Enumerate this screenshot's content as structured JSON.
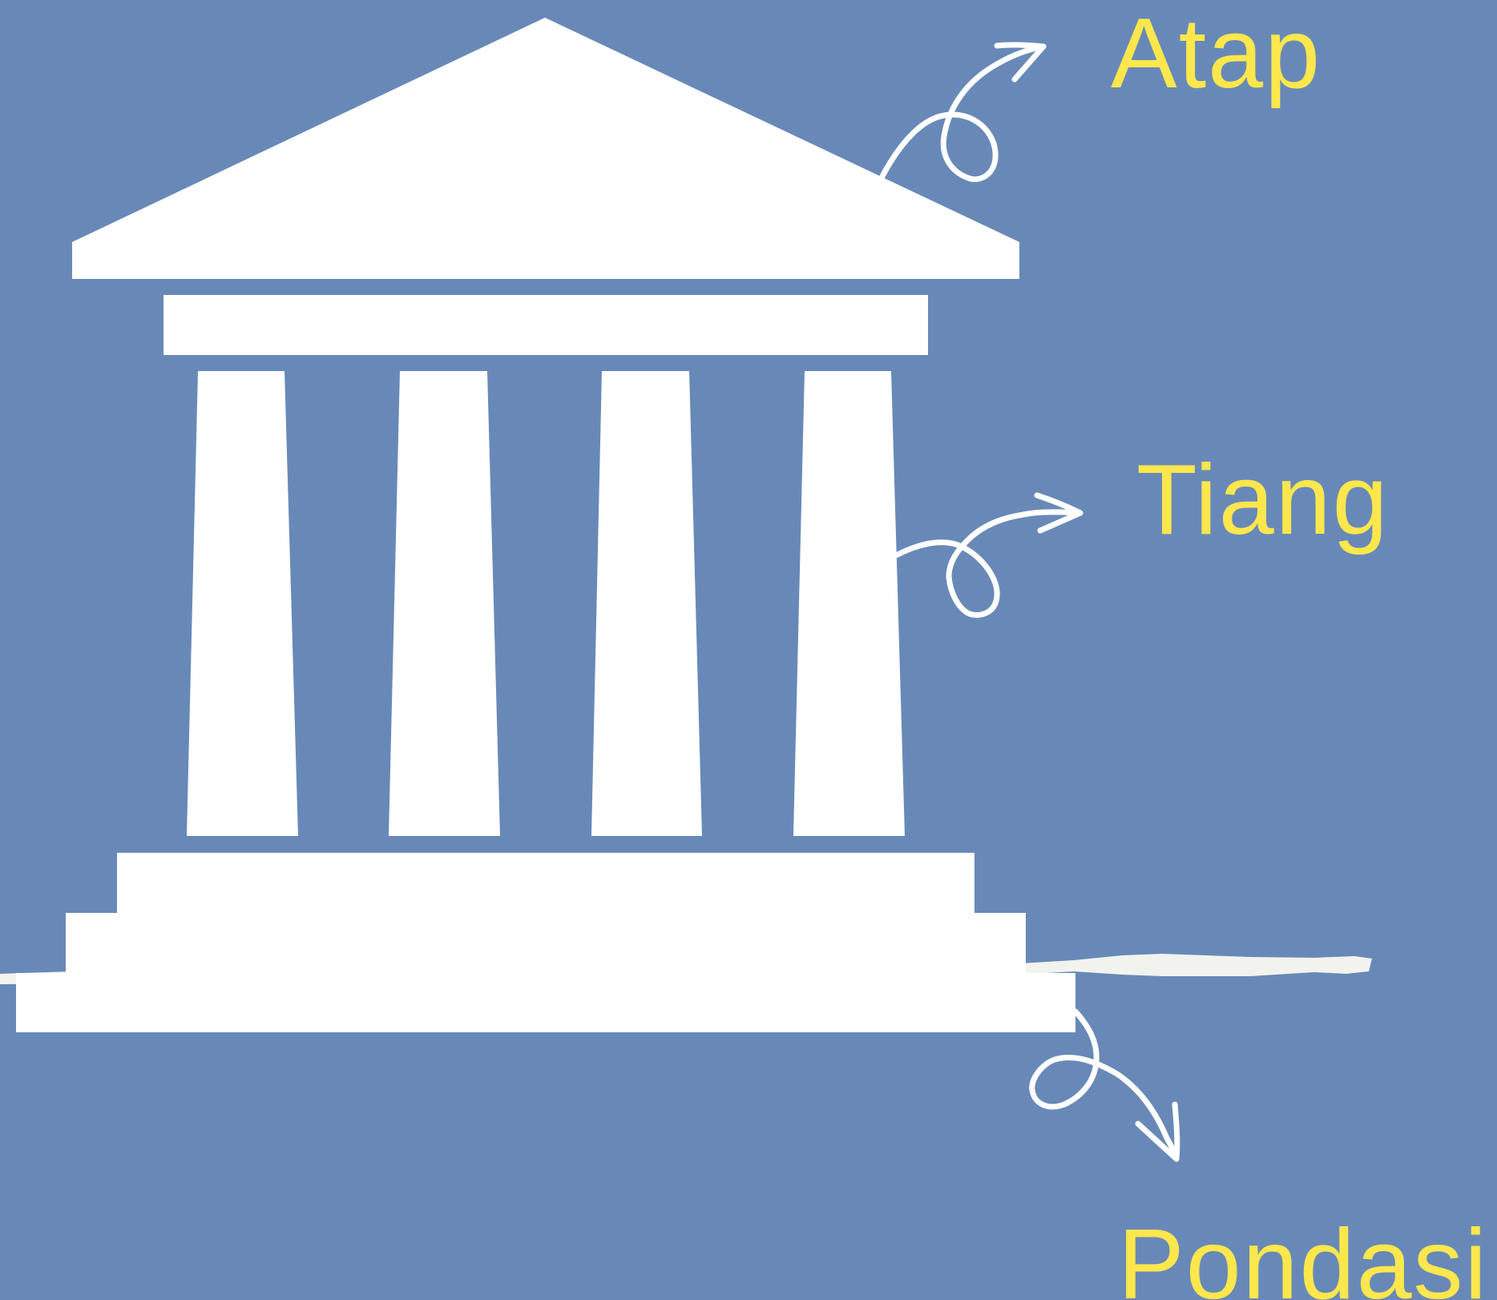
{
  "colors": {
    "background": "#6889b8",
    "building": "#ffffff",
    "ground_line": "#f2f3ee",
    "label": "#fde74c",
    "arrow": "#ffffff"
  },
  "labels": {
    "roof": "Atap",
    "column": "Tiang",
    "foundation": "Pondasi"
  }
}
